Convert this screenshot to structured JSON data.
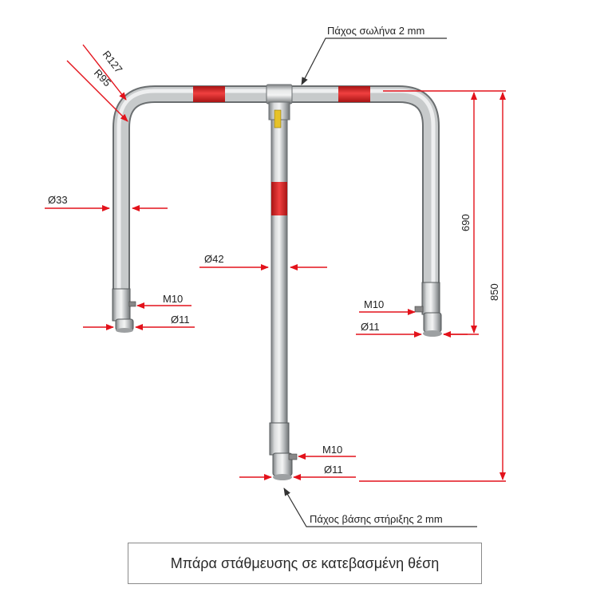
{
  "colors": {
    "dimension_line": "#e3121b",
    "leader_line": "#333333",
    "pipe_metal": "#b9bcbe",
    "reflective_band": "#e32a2a"
  },
  "labels": {
    "pipe_thickness": "Πάχος σωλήνα 2 mm",
    "base_thickness": "Πάχος βάσης στήριξης 2 mm",
    "r127": "R127",
    "r95": "R95",
    "d33": "Ø33",
    "d42": "Ø42",
    "m10_left": "M10",
    "d11_left": "Ø11",
    "m10_right": "M10",
    "d11_right": "Ø11",
    "m10_center": "M10",
    "d11_center": "Ø11",
    "h690": "690",
    "h850": "850"
  },
  "caption": "Μπάρα στάθμευσης σε κατεβασμένη θέση"
}
